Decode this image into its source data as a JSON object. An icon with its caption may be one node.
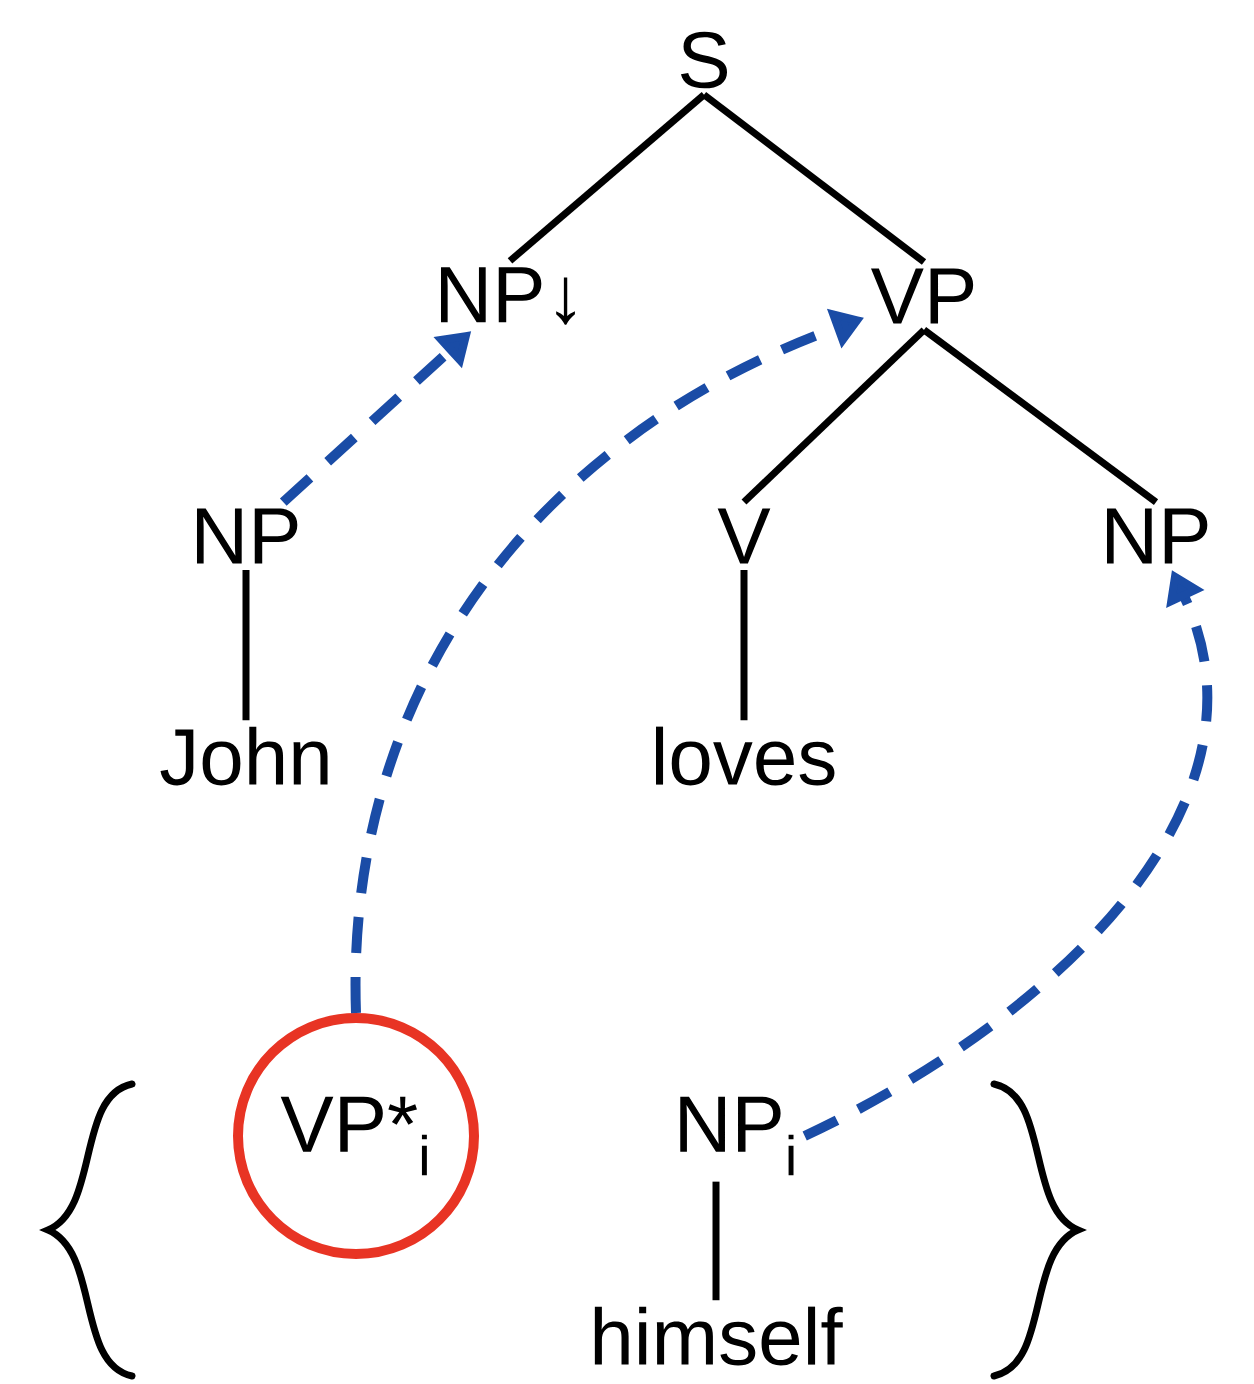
{
  "diagram": {
    "nodes": [
      {
        "text": [
          "S"
        ]
      },
      {
        "text": [
          "NP↓"
        ]
      },
      {
        "text": [
          "VP"
        ]
      },
      {
        "text": [
          "NP"
        ]
      },
      {
        "text": [
          "John"
        ]
      },
      {
        "text": [
          "V"
        ]
      },
      {
        "text": [
          "loves"
        ]
      },
      {
        "text": [
          "NP"
        ]
      },
      {
        "text": [
          "VP*$_{i}$"
        ]
      },
      {
        "text": [
          "NP$_{i}$"
        ]
      },
      {
        "text": [
          "himself"
        ]
      }
    ],
    "edges": [
      {
        "from": 0,
        "to": 1,
        "arrow": "none"
      },
      {
        "from": 0,
        "to": 2,
        "arrow": "none"
      },
      {
        "from": 2,
        "to": 5,
        "arrow": "none"
      },
      {
        "from": 2,
        "to": 7,
        "arrow": "none"
      },
      {
        "from": 3,
        "to": 4,
        "arrow": "none"
      },
      {
        "from": 5,
        "to": 6,
        "arrow": "none"
      },
      {
        "from": 9,
        "to": 10,
        "arrow": "none"
      },
      {
        "from": 3,
        "to": 1,
        "arrow": "to",
        "style": "dashed",
        "color": "#1a4ca6"
      },
      {
        "from": 8,
        "to": 2,
        "arrow": "to",
        "style": "dashed",
        "color": "#1a4ca6"
      },
      {
        "from": 9,
        "to": 7,
        "arrow": "to",
        "style": "dashed",
        "color": "#1a4ca6"
      }
    ]
  }
}
